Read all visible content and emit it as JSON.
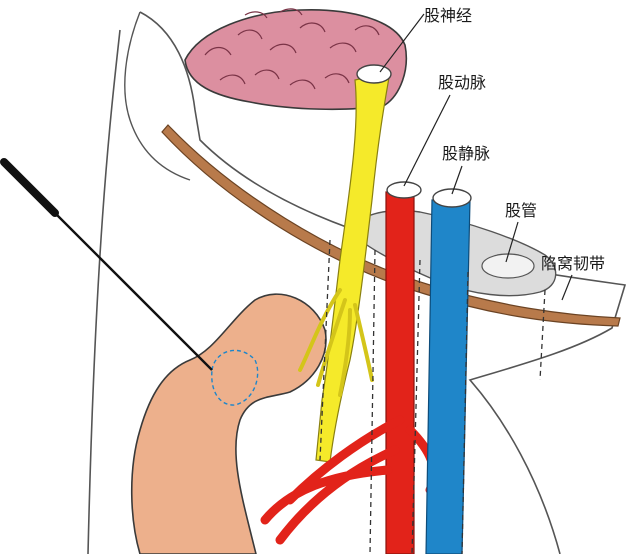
{
  "labels": {
    "femoral_nerve": "股神经",
    "femoral_artery": "股动脉",
    "femoral_vein": "股静脉",
    "femoral_canal": "股管",
    "lacunar_ligament": "陷窝韧带"
  },
  "colors": {
    "muscle": "#dc8fa0",
    "ligament": "#b87a4b",
    "nerve": "#f5ea2a",
    "artery": "#e2231a",
    "vein": "#1f86c9",
    "bone": "#edb08c",
    "canal_sheath": "#dcdcdc",
    "outline": "#3a3a3a"
  }
}
